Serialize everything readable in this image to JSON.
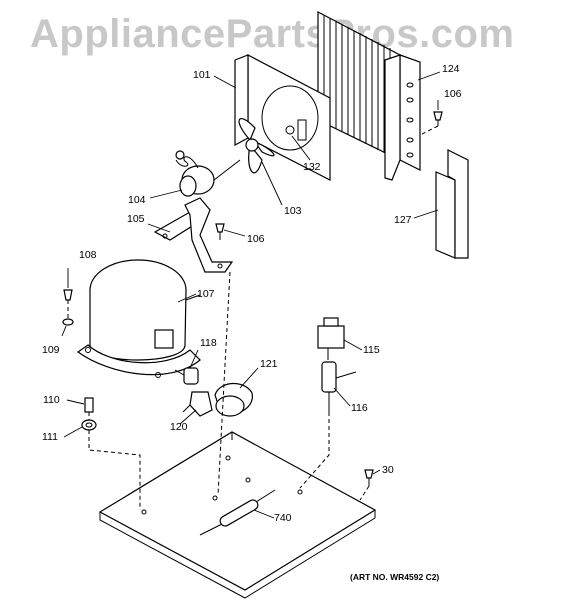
{
  "watermark": "AppliancePartsPros.com",
  "art_number": "(ART NO. WR4592 C2)",
  "callouts": {
    "c101": "101",
    "c124": "124",
    "c106a": "106",
    "c132": "132",
    "c104": "104",
    "c103": "103",
    "c105": "105",
    "c106b": "106",
    "c127": "127",
    "c108": "108",
    "c107": "107",
    "c109": "109",
    "c118": "118",
    "c121": "121",
    "c115": "115",
    "c110": "110",
    "c116": "116",
    "c120": "120",
    "c111": "111",
    "c30": "30",
    "c740": "740"
  }
}
